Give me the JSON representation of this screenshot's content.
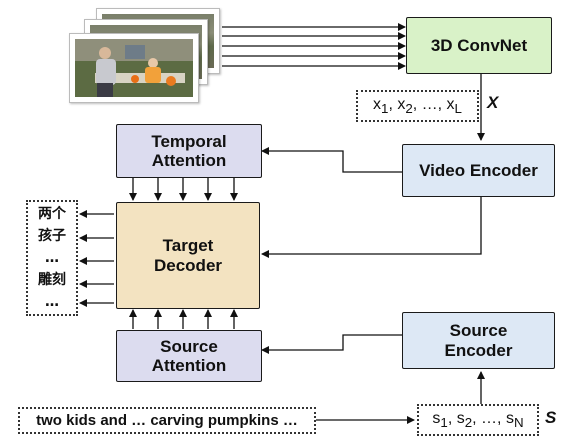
{
  "boxes": {
    "convnet": "3D ConvNet",
    "video_encoder": "Video Encoder",
    "temporal_attention_l1": "Temporal",
    "temporal_attention_l2": "Attention",
    "target_decoder_l1": "Target",
    "target_decoder_l2": "Decoder",
    "source_attention_l1": "Source",
    "source_attention_l2": "Attention",
    "source_encoder_l1": "Source",
    "source_encoder_l2": "Encoder"
  },
  "symbols": {
    "video_features": "X",
    "source_features": "S"
  },
  "feature_sequence": {
    "x_items": [
      {
        "base": "x",
        "sub": "1"
      },
      {
        "base": "x",
        "sub": "2"
      },
      {
        "base": "x",
        "sub": "L"
      }
    ],
    "s_items": [
      {
        "base": "s",
        "sub": "1"
      },
      {
        "base": "s",
        "sub": "2"
      },
      {
        "base": "s",
        "sub": "N"
      }
    ],
    "ellipsis": "…"
  },
  "output_tokens": [
    "两个",
    "孩子",
    "…",
    "雕刻",
    "…"
  ],
  "source_sentence": "two kids and … carving pumpkins …",
  "colors": {
    "convnet_fill": "#d9f2c8",
    "encoder_fill": "#dde8f5",
    "attention_fill": "#dcdcef",
    "decoder_fill": "#f3e3c1"
  }
}
